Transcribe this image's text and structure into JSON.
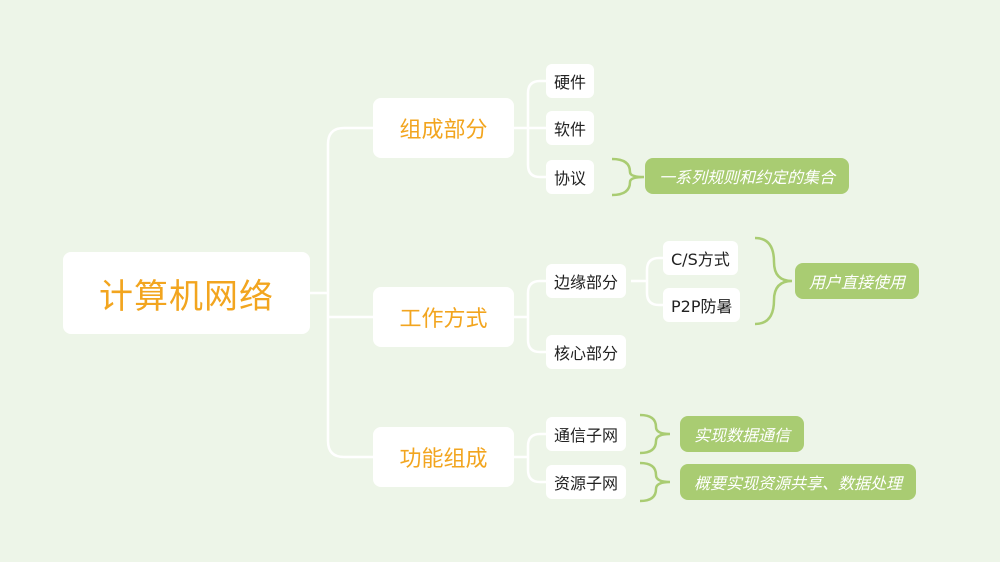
{
  "root": {
    "label": "计算机网络"
  },
  "branches": [
    {
      "label": "组成部分",
      "children": [
        {
          "label": "硬件"
        },
        {
          "label": "软件"
        },
        {
          "label": "协议",
          "note": "一系列规则和约定的集合"
        }
      ]
    },
    {
      "label": "工作方式",
      "children": [
        {
          "label": "边缘部分",
          "children": [
            {
              "label": "C/S方式"
            },
            {
              "label": "P2P防暑"
            }
          ],
          "note": "用户直接使用"
        },
        {
          "label": "核心部分"
        }
      ]
    },
    {
      "label": "功能组成",
      "children": [
        {
          "label": "通信子网",
          "note": "实现数据通信"
        },
        {
          "label": "资源子网",
          "note": "概要实现资源共享、数据处理"
        }
      ]
    }
  ],
  "colors": {
    "background": "#edf5e8",
    "accent_text": "#f2a51f",
    "connector": "#ffffff",
    "note_fill": "#a9cc72",
    "bracket": "#a9cc72"
  }
}
